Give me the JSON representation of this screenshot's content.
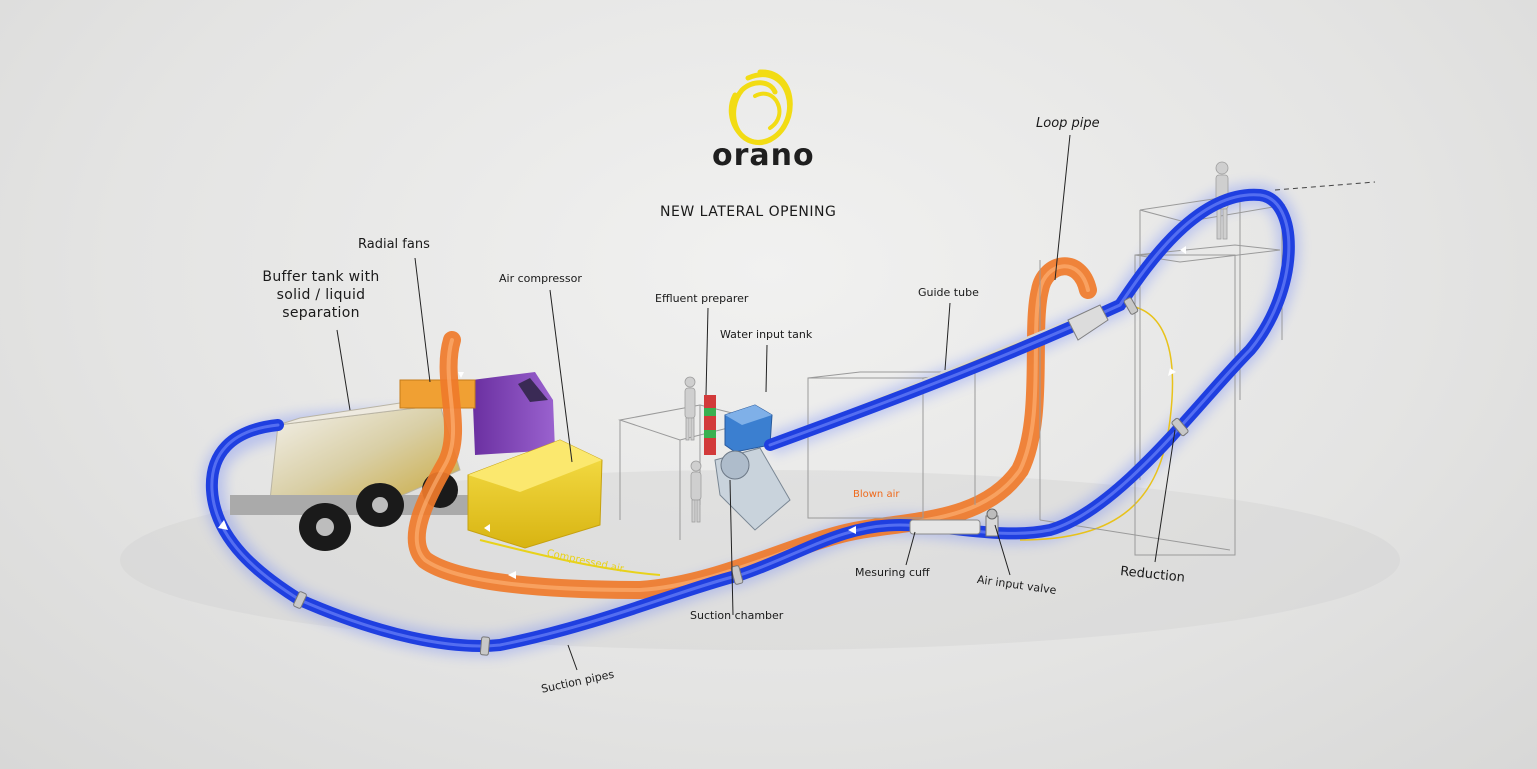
{
  "brand": {
    "name": "orano",
    "colors": {
      "logo_yellow": "#f2dc14",
      "suction_pipe_blue": "#1f3fe0",
      "blown_air_orange": "#ef7a2a",
      "compressed_air_yellow": "#e8d21a",
      "compressor_yellow": "#f0d420",
      "truck_cab_purple": "#7b3fb0"
    }
  },
  "title": "NEW LATERAL OPENING",
  "labels": {
    "buffer_tank": [
      "Buffer tank with",
      "solid / liquid",
      "separation"
    ],
    "radial_fans": "Radial fans",
    "air_compressor": "Air compressor",
    "effluent_preparer": "Effluent preparer",
    "water_input_tank": "Water input tank",
    "guide_tube": "Guide tube",
    "loop_pipe": "Loop pipe",
    "blown_air": "Blown air",
    "compressed_air": "Compressed air",
    "suction_chamber": "Suction chamber",
    "mesuring_cuff": "Mesuring cuff",
    "air_input_valve": "Air input valve",
    "reduction": "Reduction",
    "suction_pipes": "Suction pipes"
  }
}
